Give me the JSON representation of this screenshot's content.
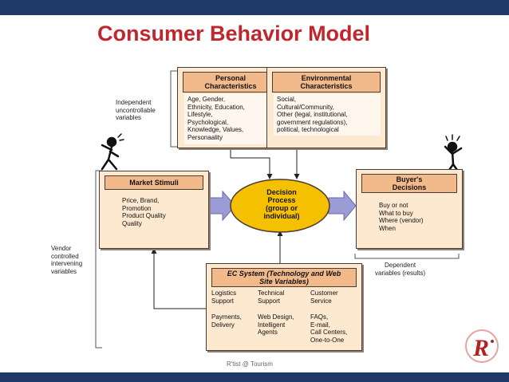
{
  "title": "Consumer Behavior Model",
  "side_labels": {
    "independent": "Independent\nuncontrollable\nvariables",
    "vendor": "Vendor\ncontrolled\nintervening\nvariables",
    "dependent": "Dependent\nvariables (results)"
  },
  "personal": {
    "title": "Personal\nCharacteristics",
    "items": "Age, Gender,\nEthnicity, Education,\nLifestyle,\nPsychological,\nKnowledge, Values,\nPersonaality"
  },
  "environmental": {
    "title": "Environmental\nCharacteristics",
    "items": "Social,\nCultural/Community,\nOther (legal, institutional,\ngovernment regulations),\npolitical, technological"
  },
  "market": {
    "title": "Market Stimuli",
    "items": "Price, Brand,\nPromotion\nProduct Quality\nQuality"
  },
  "decision": {
    "text": "Decision\nProcess\n(group or\nindividual)"
  },
  "buyer": {
    "title": "Buyer's\nDecisions",
    "items": "Buy or not\nWhat to buy\nWhere (vendor)\nWhen"
  },
  "ec": {
    "title": "EC System (Technology and Web\nSite Variables)",
    "cells": [
      "Logistics\nSupport",
      "Technical\nSupport",
      "Customer\nService",
      "Payments,\nDelivery",
      "Web Design,\nIntelligent\nAgents",
      "FAQs,\nE-mail,\nCall Centers,\nOne-to-One"
    ]
  },
  "footer": "R'tist @ Tourism",
  "colors": {
    "bar": "#1f3a68",
    "title": "#c0272d",
    "box_fill": "#fde8d0",
    "box_head": "#f2b98a",
    "oval": "#f5c000",
    "arrow": "#9b9bd6"
  },
  "icons": [
    "stick-figure-icon",
    "stick-figure-icon",
    "logo-icon"
  ]
}
